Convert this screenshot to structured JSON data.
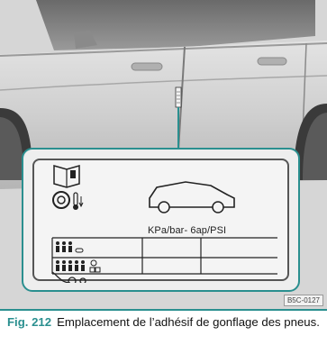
{
  "label": {
    "pressure_units": "KPa/bar- 6ap/PSI"
  },
  "reference_code": "B5C-0127",
  "caption": {
    "figure_number": "Fig. 212",
    "text": "Emplacement de l’adhésif de gonflage des pneus."
  },
  "colors": {
    "accent": "#2a8f8f",
    "car_body": "#c8c8c8",
    "background": "#d9d9d9"
  }
}
